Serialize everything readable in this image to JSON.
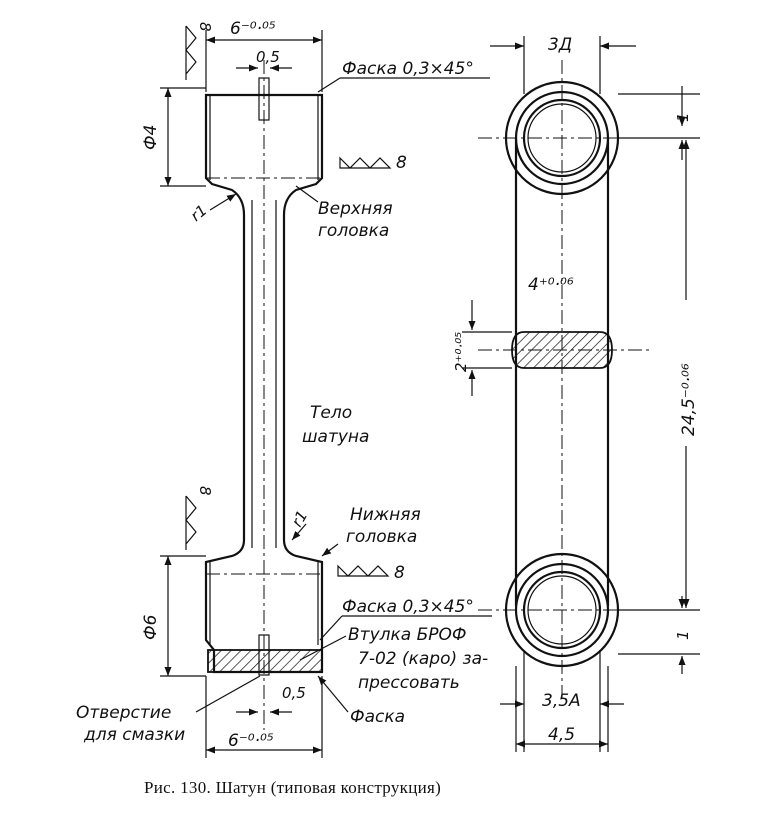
{
  "left_view": {
    "width_tol_top": "6⁻⁰·⁰⁵",
    "oil_hole_top": "0,5",
    "chamfer_top": "Фаска 0,3×45°",
    "diam_top": "Ф4",
    "finish_8": "8",
    "radius_top": "r1",
    "upper_head": [
      "Верхняя",
      "головка"
    ],
    "body": [
      "Тело",
      "шатуна"
    ],
    "lower_head": [
      "Нижняя",
      "головка"
    ],
    "radius_bottom": "r1",
    "diam_bottom": "Ф6",
    "chamfer_bottom": "Фаска 0,3×45°",
    "bushing": [
      "Втулка БРОФ",
      "7-02 (каро) за-",
      "прессовать"
    ],
    "oil_hole_label": [
      "Отверстие",
      "для смазки"
    ],
    "oil_hole_bottom": "0,5",
    "chamfer_plain": "Фаска",
    "width_tol_bottom": "6⁻⁰·⁰⁵"
  },
  "right_view": {
    "top_dim": "3Д",
    "side_1_top": "1",
    "rod_width": "4⁺⁰·⁰⁶",
    "rod_thickness": "2⁺⁰·⁰⁵",
    "center_dist": "24,5⁻⁰·⁰⁶",
    "side_1_bottom": "1",
    "bottom_dim": "3,5А",
    "overall_width": "4,5"
  },
  "caption": "Рис. 130. Шатун (типовая конструкция)"
}
